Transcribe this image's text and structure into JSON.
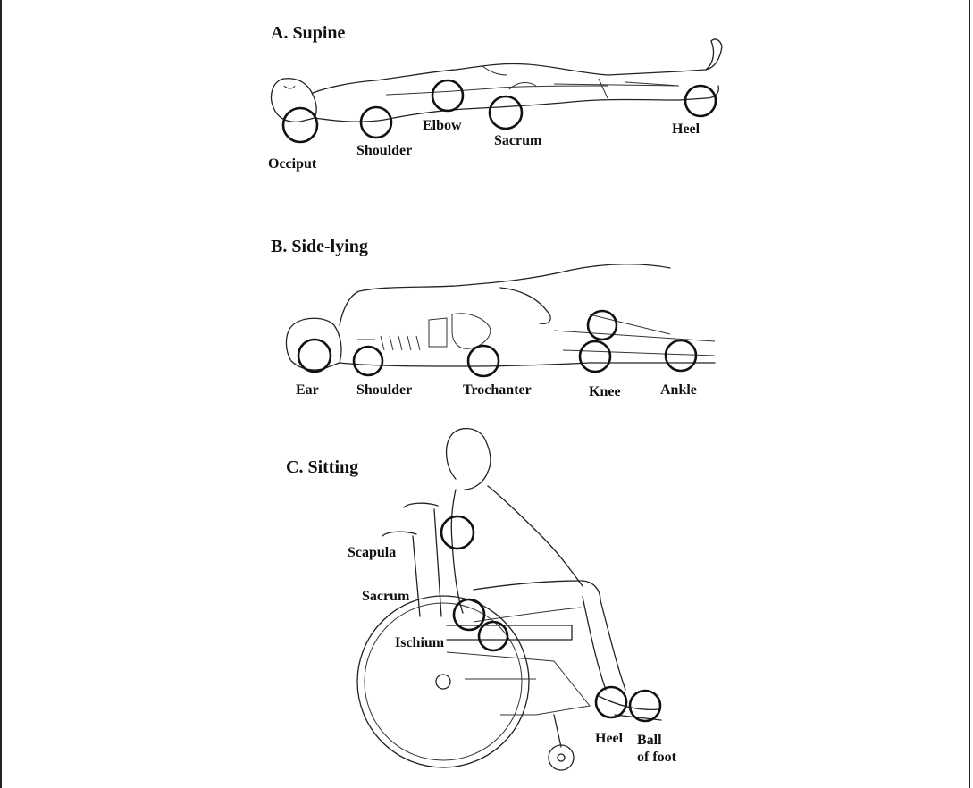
{
  "panels": [
    {
      "title": "A.  Supine",
      "labels": [
        "Occiput",
        "Shoulder",
        "Elbow",
        "Sacrum",
        "Heel"
      ]
    },
    {
      "title": "B.  Side-lying",
      "labels": [
        "Ear",
        "Shoulder",
        "Trochanter",
        "Knee",
        "Ankle"
      ]
    },
    {
      "title": "C.  Sitting",
      "labels": [
        "Scapula",
        "Sacrum",
        "Ischium",
        "Heel",
        "Ball",
        "of foot"
      ]
    }
  ],
  "colors": {
    "line": "#222222",
    "ring": "#111111",
    "background": "#ffffff"
  }
}
